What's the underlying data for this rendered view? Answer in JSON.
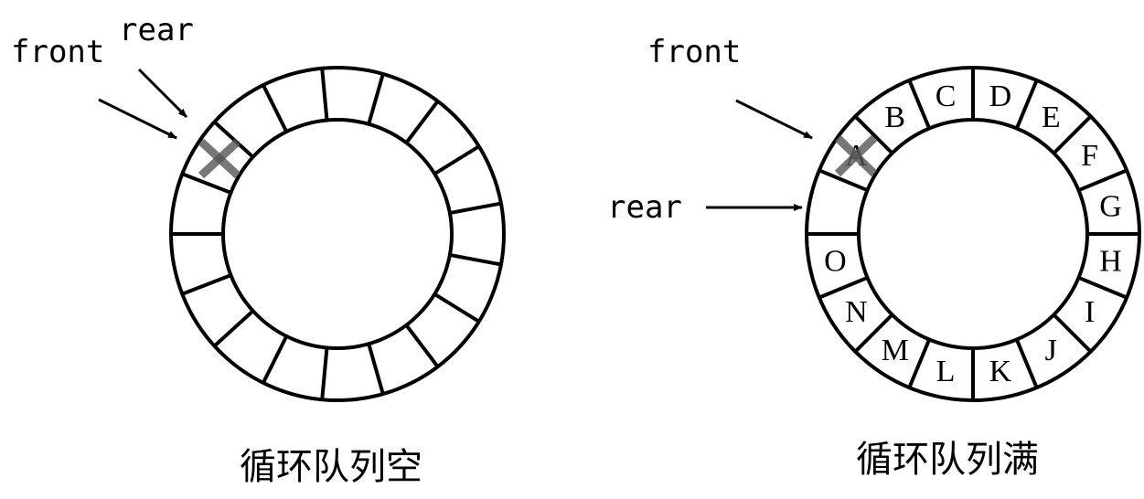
{
  "diagrams": [
    {
      "caption": "循环队列空",
      "front_label": "front",
      "rear_label": "rear",
      "slot_labels": [
        "",
        "",
        "",
        "",
        "",
        "",
        "",
        "",
        "",
        "",
        "",
        "",
        "",
        "",
        "",
        "",
        ""
      ]
    },
    {
      "caption": "循环队列满",
      "front_label": "front",
      "rear_label": "rear",
      "slot_labels": [
        "",
        "A",
        "B",
        "C",
        "D",
        "E",
        "F",
        "G",
        "H",
        "I",
        "J",
        "K",
        "L",
        "M",
        "N",
        "O"
      ]
    }
  ],
  "colors": {
    "stroke": "#000000",
    "marker": "#555555"
  },
  "marker_icon": "cross-mark-icon"
}
